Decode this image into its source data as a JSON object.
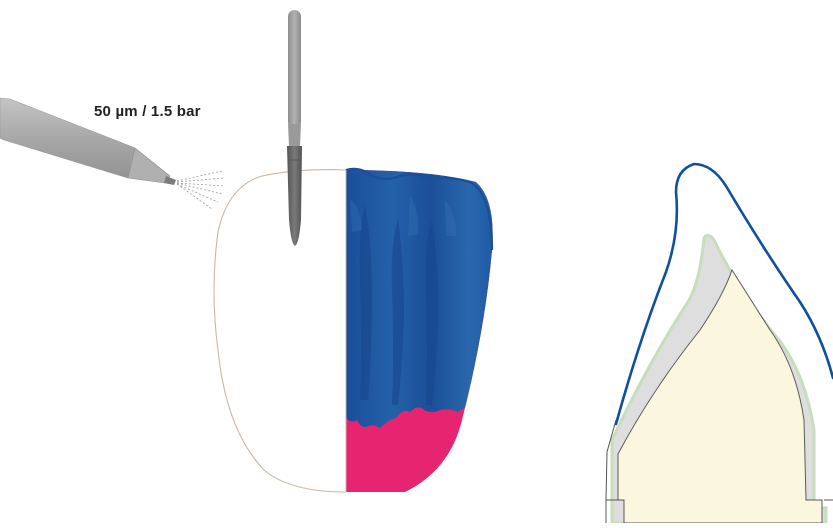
{
  "annotation": {
    "blast_parameters": "50 µm / 1.5 bar"
  },
  "colors": {
    "tooth_outline": "#c9b8a6",
    "shade_blue": "#1e5aa2",
    "shade_blue_dark": "#1a4b93",
    "shade_pink": "#e6246f",
    "pulp_fill": "#fbf7df",
    "liner_green": "#c9dcbc",
    "dentin_gray": "#dedede",
    "veneer_outline_blue": "#0e4f9e",
    "nozzle_gray": "#a9a9a9",
    "brush_handle_gray": "#9a9a9a",
    "brush_ferrule_gray": "#676767"
  },
  "icons": {
    "sandblaster": "sandblaster-nozzle-icon",
    "brush": "stain-brush-icon",
    "tooth_front": "tooth-front-view",
    "tooth_section": "tooth-cross-section"
  }
}
